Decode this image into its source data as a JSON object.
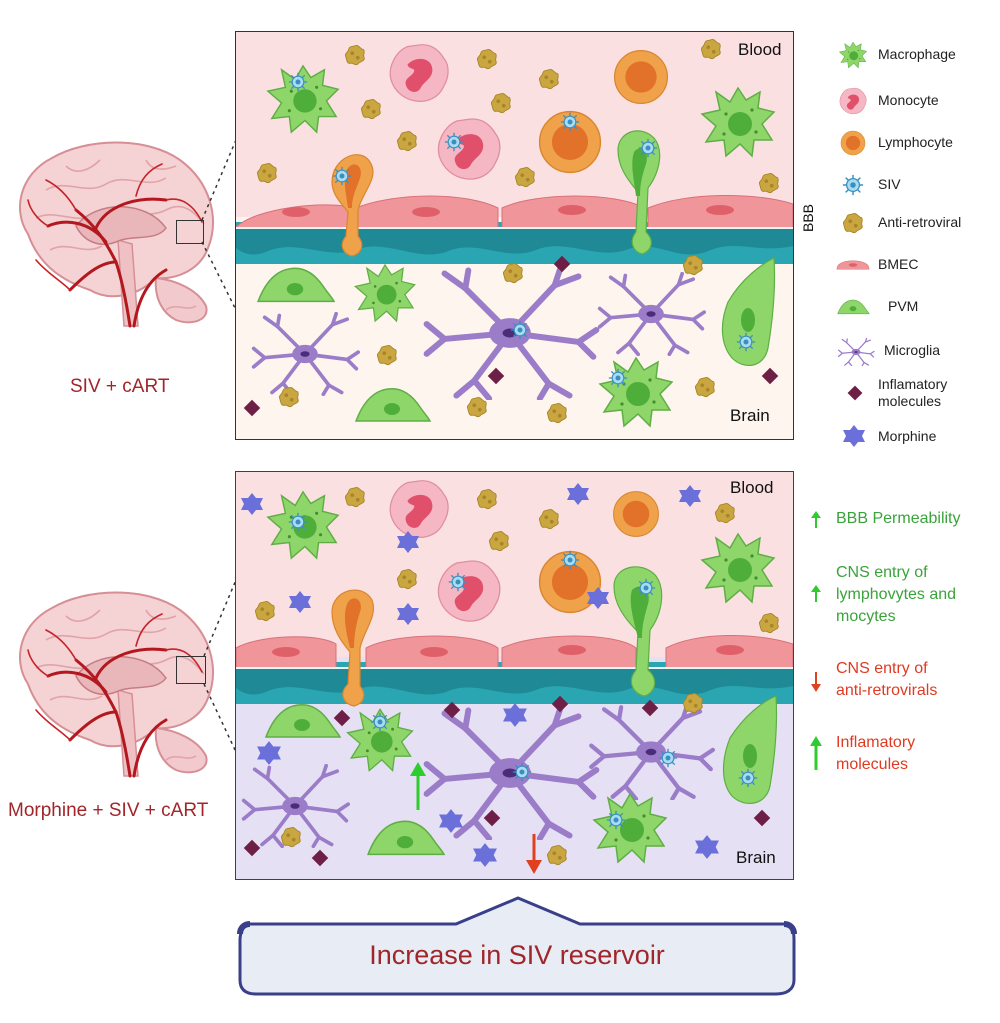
{
  "top_panel": {
    "blood_label": "Blood",
    "brain_label": "Brain",
    "barrier_label": "BBB",
    "condition": "SIV + cART"
  },
  "bottom_panel": {
    "blood_label": "Blood",
    "brain_label": "Brain",
    "condition": "Morphine + SIV + cART"
  },
  "legend": [
    {
      "name": "Macrophage",
      "icon": "macrophage-icon",
      "color": "#8fd66a"
    },
    {
      "name": "Monocyte",
      "icon": "monocyte-icon",
      "color": "#f2a3b3"
    },
    {
      "name": "Lymphocyte",
      "icon": "lymphocyte-icon",
      "color": "#f0a24a"
    },
    {
      "name": "SIV",
      "icon": "siv-icon",
      "color": "#6cc3e6"
    },
    {
      "name": "Anti-retroviral",
      "icon": "anti-retroviral-icon",
      "color": "#c9a640"
    },
    {
      "name": "BMEC",
      "icon": "bmec-icon",
      "color": "#f0959a"
    },
    {
      "name": "PVM",
      "icon": "pvm-icon",
      "color": "#8fd66a"
    },
    {
      "name": "Microglia",
      "icon": "microglia-icon",
      "color": "#9b7cc8"
    },
    {
      "name": "Inflamatory molecules",
      "icon": "inflammatory-molecule-icon",
      "color": "#6d1f45"
    },
    {
      "name": "Morphine",
      "icon": "morphine-icon",
      "color": "#6b6fd9"
    }
  ],
  "effects": [
    {
      "direction": "up",
      "line1": "BBB Permeability",
      "line2": "",
      "line3": ""
    },
    {
      "direction": "up",
      "line1": "CNS entry of",
      "line2": "lymphovytes and",
      "line3": "mocytes"
    },
    {
      "direction": "down",
      "line1": "CNS entry of",
      "line2": "anti-retrovirals",
      "line3": ""
    },
    {
      "direction": "up",
      "line1": "Inflamatory",
      "line2": "molecules",
      "line3": ""
    }
  ],
  "conclusion": "Increase in SIV reservoir",
  "colors": {
    "blood_bg": "#fbe0e2",
    "brain_bg_top": "#fdf5ee",
    "brain_bg_bottom": "#e5e0f4",
    "green_text": "#3aa33a",
    "red_text": "#e03a22",
    "dark_red_text": "#a0262a"
  }
}
